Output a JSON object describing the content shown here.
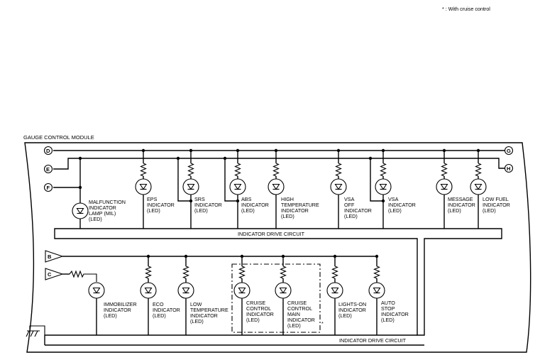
{
  "note": "* : With cruise control",
  "module_title": "GAUGE CONTROL MODULE",
  "connectors": [
    "D",
    "E",
    "F",
    "G",
    "H",
    "B",
    "C"
  ],
  "drive_circuit_label": "INDICATOR DRIVE CIRCUIT",
  "top_row": [
    {
      "id": "mil",
      "lines": [
        "MALFUNCTION",
        "INDICATOR",
        "LAMP (MIL)",
        "(LED)"
      ]
    },
    {
      "id": "eps",
      "lines": [
        "EPS",
        "INDICATOR",
        "(LED)"
      ]
    },
    {
      "id": "srs",
      "lines": [
        "SRS",
        "INDICATOR",
        "(LED)"
      ]
    },
    {
      "id": "abs",
      "lines": [
        "ABS",
        "INDICATOR",
        "(LED)"
      ]
    },
    {
      "id": "high-temp",
      "lines": [
        "HIGH",
        "TEMPERATURE",
        "INDICATOR",
        "(LED)"
      ]
    },
    {
      "id": "vsa-off",
      "lines": [
        "VSA",
        "OFF",
        "INDICATOR",
        "(LED)"
      ]
    },
    {
      "id": "vsa",
      "lines": [
        "VSA",
        "INDICATOR",
        "(LED)"
      ]
    },
    {
      "id": "message",
      "lines": [
        "MESSAGE",
        "INDICATOR",
        "(LED)"
      ]
    },
    {
      "id": "low-fuel",
      "lines": [
        "LOW FUEL",
        "INDICATOR",
        "(LED)"
      ]
    }
  ],
  "bottom_row": [
    {
      "id": "immobilizer",
      "lines": [
        "IMMOBILIZER",
        "INDICATOR",
        "(LED)"
      ]
    },
    {
      "id": "eco",
      "lines": [
        "ECO",
        "INDICATOR",
        "(LED)"
      ]
    },
    {
      "id": "low-temp",
      "lines": [
        "LOW",
        "TEMPERATURE",
        "INDICATOR",
        "(LED)"
      ]
    },
    {
      "id": "cruise-control",
      "lines": [
        "CRUISE",
        "CONTROL",
        "INDICATOR",
        "(LED)"
      ]
    },
    {
      "id": "cruise-main",
      "lines": [
        "CRUISE",
        "CONTROL",
        "MAIN",
        "INDICATOR",
        "(LED)"
      ]
    },
    {
      "id": "lights-on",
      "lines": [
        "LIGHTS-ON",
        "INDICATOR",
        "(LED)"
      ]
    },
    {
      "id": "auto-stop",
      "lines": [
        "AUTO",
        "STOP",
        "INDICATOR",
        "(LED)"
      ]
    }
  ],
  "cruise_marker": "*"
}
